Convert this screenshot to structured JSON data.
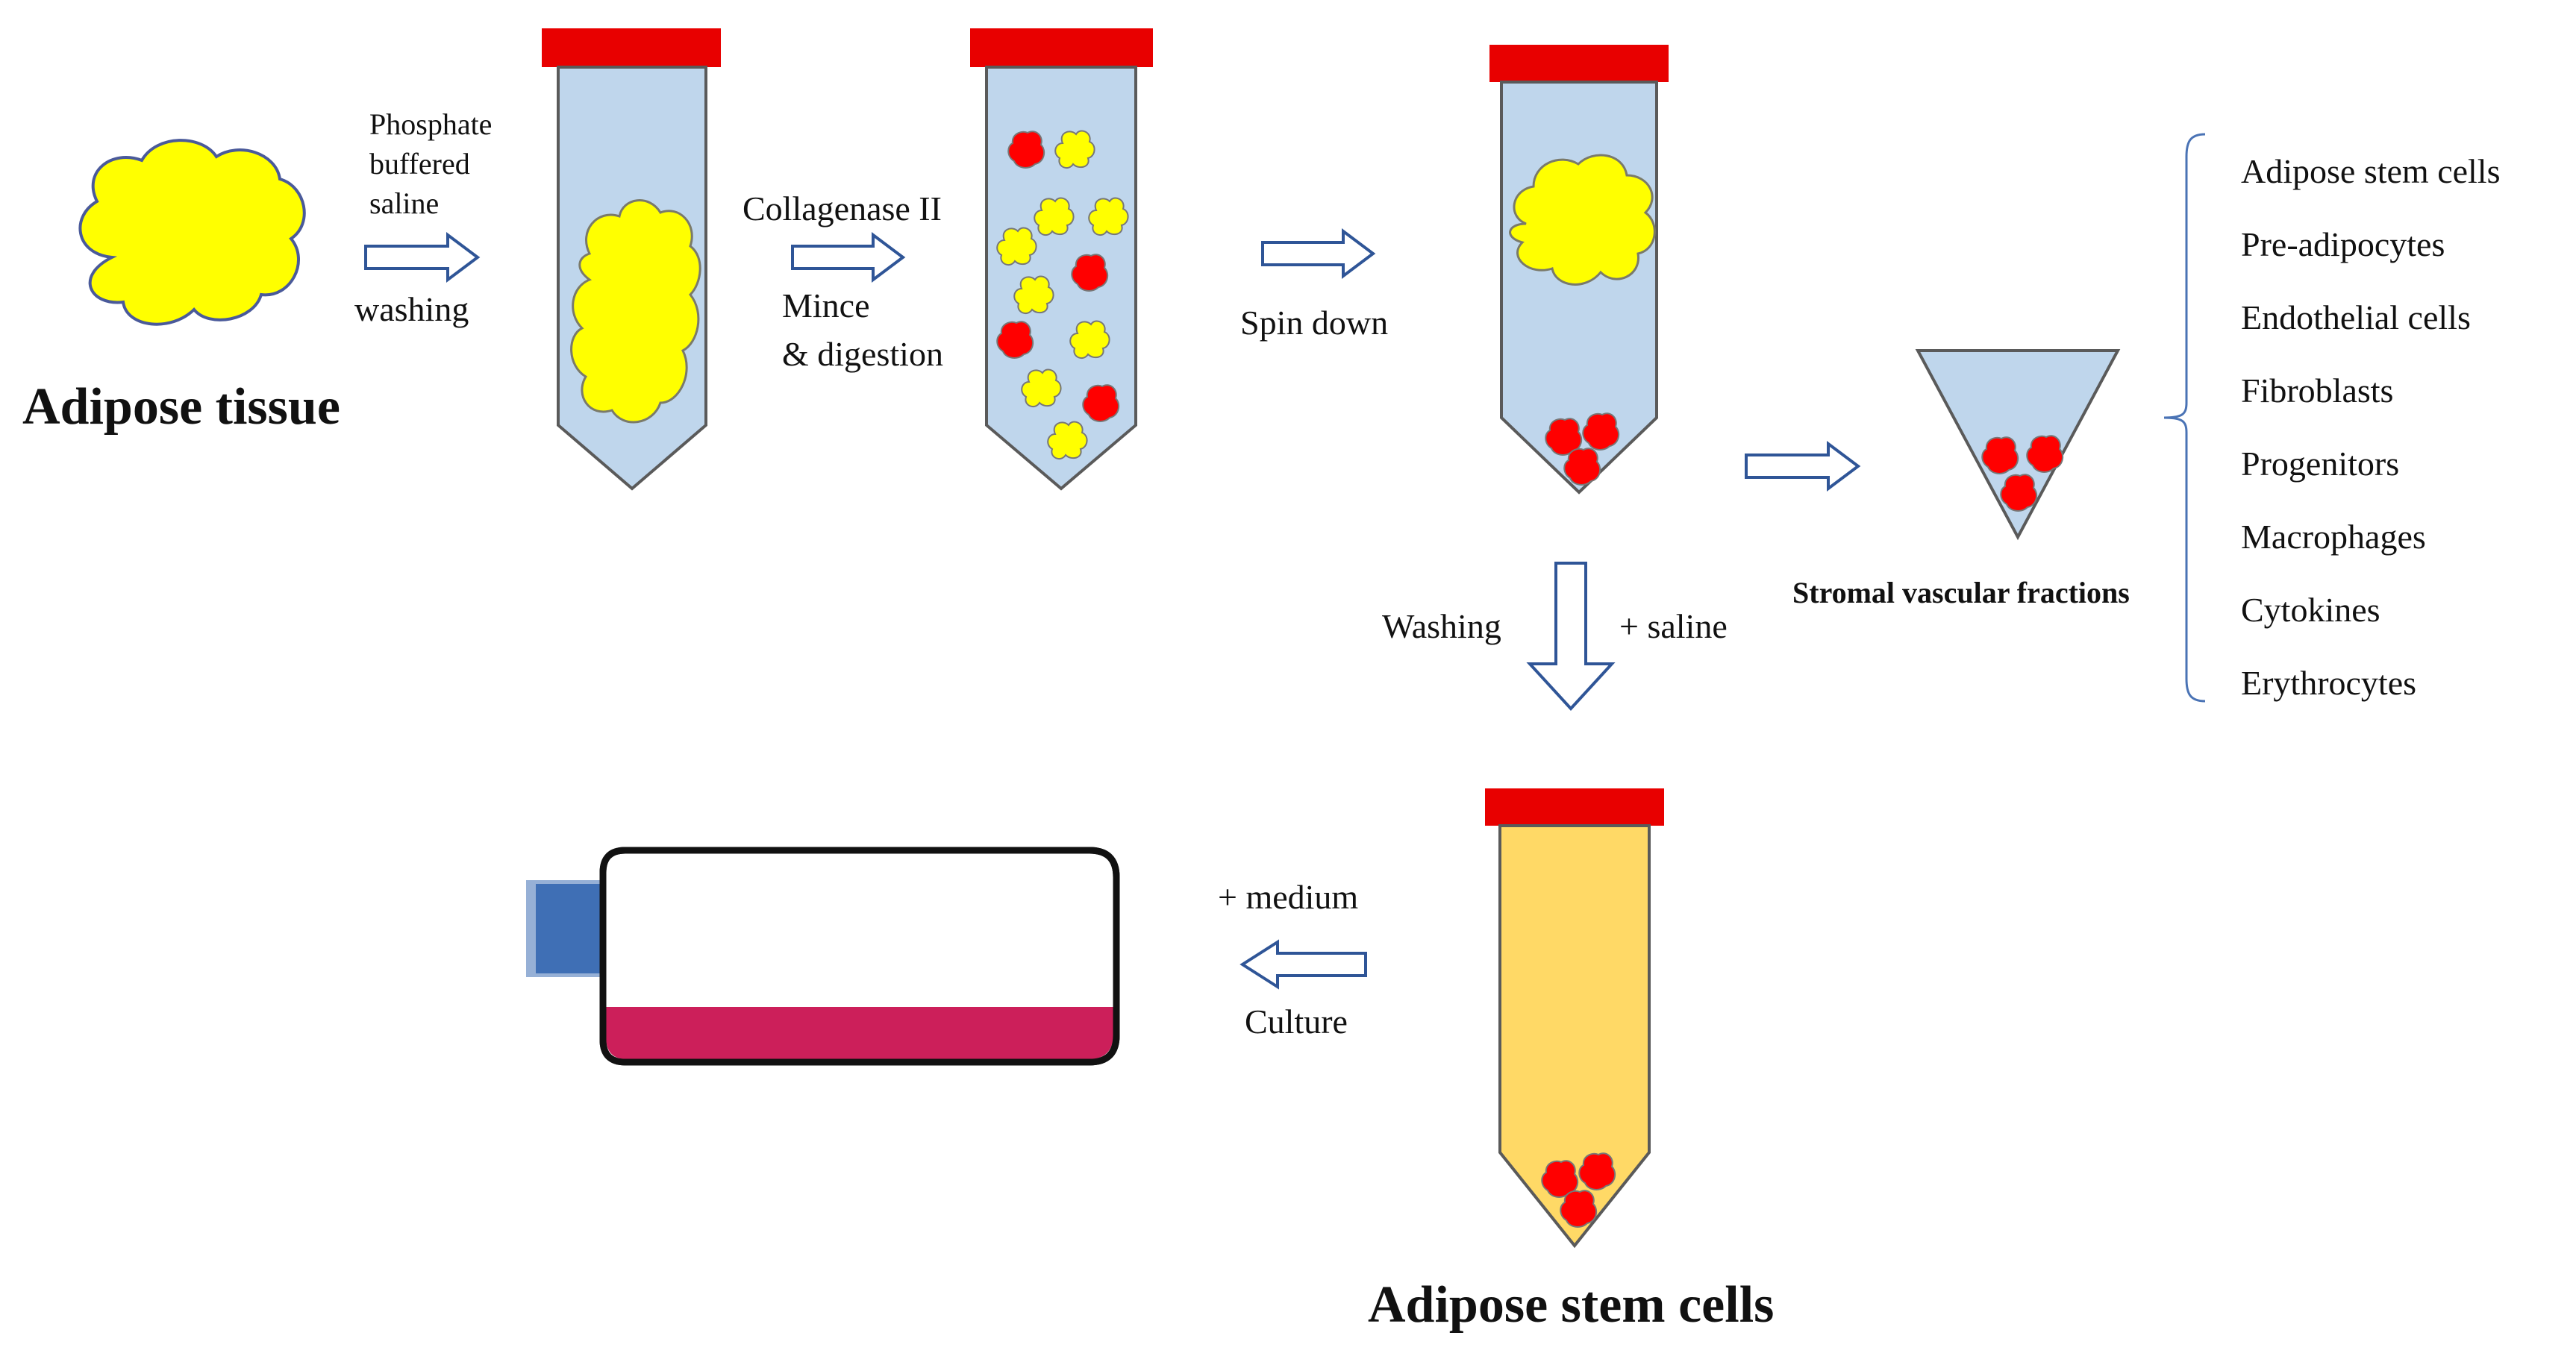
{
  "labels": {
    "adipose_tissue": "Adipose tissue",
    "pbs_line1": "Phosphate",
    "pbs_line2": "buffered",
    "pbs_line3": "saline",
    "washing": "washing",
    "collagenase": "Collagenase II",
    "mince": "Mince",
    "digestion": "& digestion",
    "spin_down": "Spin down",
    "washing_cap": "Washing",
    "plus_saline": "+ saline",
    "stromal_vascular_fractions": "Stromal vascular fractions",
    "plus_medium": "+ medium",
    "culture": "Culture",
    "adipose_stem_cells_title": "Adipose stem cells"
  },
  "svf_components": [
    "Adipose stem cells",
    "Pre-adipocytes",
    "Endothelial cells",
    "Fibroblasts",
    "Progenitors",
    "Macrophages",
    "Cytokines",
    "Erythrocytes"
  ],
  "colors": {
    "tube_fill": "#bfd6ec",
    "tube_stroke": "#5a5a5a",
    "cap": "#e80000",
    "fat": "#ffff00",
    "cell": "#ff0000",
    "stem_tube_fill": "#ffd966",
    "flask_medium": "#cc1f5a",
    "flask_cap": "#3f6fb5",
    "arrow_stroke": "#2f5597"
  }
}
